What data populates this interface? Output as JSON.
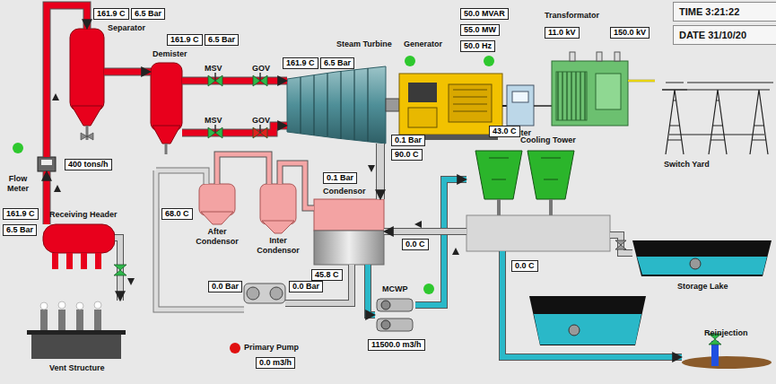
{
  "diagram": {
    "nodes": [
      {
        "text": [
          "TIME 3:21:22"
        ]
      },
      {
        "text": [
          "DATE 31/10/20"
        ]
      },
      {
        "text": [
          "161.9 C"
        ]
      },
      {
        "text": [
          "6.5 Bar"
        ]
      },
      {
        "text": [
          "Separator"
        ]
      },
      {
        "text": [
          "161.9 C"
        ]
      },
      {
        "text": [
          "6.5 Bar"
        ]
      },
      {
        "text": [
          "Demister"
        ]
      },
      {
        "text": [
          "161.9 C"
        ]
      },
      {
        "text": [
          "6.5 Bar"
        ]
      },
      {
        "text": [
          "Steam Turbine"
        ]
      },
      {
        "text": [
          "Generator"
        ]
      },
      {
        "text": [
          "50.0 MVAR"
        ]
      },
      {
        "text": [
          "55.0 MW"
        ]
      },
      {
        "text": [
          "50.0 Hz"
        ]
      },
      {
        "text": [
          "Transformator"
        ]
      },
      {
        "text": [
          "11.0 kV"
        ]
      },
      {
        "text": [
          "150.0 kV"
        ]
      },
      {
        "text": [
          "Exciter"
        ]
      },
      {
        "text": [
          "Switch Yard"
        ]
      },
      {
        "text": [
          "Flow Meter"
        ]
      },
      {
        "text": [
          "400 tons/h"
        ]
      },
      {
        "text": [
          "0.1 Bar"
        ]
      },
      {
        "text": [
          "90.0 C"
        ]
      },
      {
        "text": [
          "43.0 C"
        ]
      },
      {
        "text": [
          "Cooling Tower"
        ]
      },
      {
        "text": [
          "0.1 Bar"
        ]
      },
      {
        "text": [
          "Condensor"
        ]
      },
      {
        "text": [
          "68.0 C"
        ]
      },
      {
        "text": [
          "After Condensor"
        ]
      },
      {
        "text": [
          "Inter Condensor"
        ]
      },
      {
        "text": [
          "0.0 C"
        ]
      },
      {
        "text": [
          "Receiving Header"
        ]
      },
      {
        "text": [
          "161.9 C"
        ]
      },
      {
        "text": [
          "6.5 Bar"
        ]
      },
      {
        "text": [
          "0.0 Bar"
        ]
      },
      {
        "text": [
          "Primary Pump"
        ]
      },
      {
        "text": [
          "0.0 Bar"
        ]
      },
      {
        "text": [
          "0.0 m3/h"
        ]
      },
      {
        "text": [
          "45.8 C"
        ]
      },
      {
        "text": [
          "MCWP"
        ]
      },
      {
        "text": [
          "11500.0 m3/h"
        ]
      },
      {
        "text": [
          "0.0 C"
        ]
      },
      {
        "text": [
          "Storage Lake"
        ]
      },
      {
        "text": [
          "Reinjection"
        ]
      },
      {
        "text": [
          "Vent Structure"
        ]
      }
    ],
    "edges": [
      {
        "from": 32,
        "to": 20,
        "arrow": "to"
      },
      {
        "from": 20,
        "to": 4,
        "arrow": "to"
      },
      {
        "from": 4,
        "to": 7,
        "arrow": "to"
      },
      {
        "from": 7,
        "to": 10,
        "arrow": "to"
      },
      {
        "from": 7,
        "to": 10,
        "arrow": "to"
      },
      {
        "from": 10,
        "to": 27,
        "arrow": "to"
      },
      {
        "from": 15,
        "to": 19,
        "arrow": "none"
      },
      {
        "from": 27,
        "to": 30,
        "arrow": "none"
      },
      {
        "from": 30,
        "to": 29,
        "arrow": "none"
      },
      {
        "from": 27,
        "to": 40,
        "arrow": "to"
      },
      {
        "from": 40,
        "to": 25,
        "arrow": "to"
      },
      {
        "from": 25,
        "to": 27,
        "arrow": "to"
      },
      {
        "from": 25,
        "to": 43,
        "arrow": "none"
      },
      {
        "from": 25,
        "to": 44,
        "arrow": "to"
      },
      {
        "from": 32,
        "to": 45,
        "arrow": "to"
      },
      {
        "from": 27,
        "to": 36,
        "arrow": "none"
      }
    ],
    "labels": [
      "MSV",
      "GOV",
      "MSV",
      "GOV"
    ]
  }
}
